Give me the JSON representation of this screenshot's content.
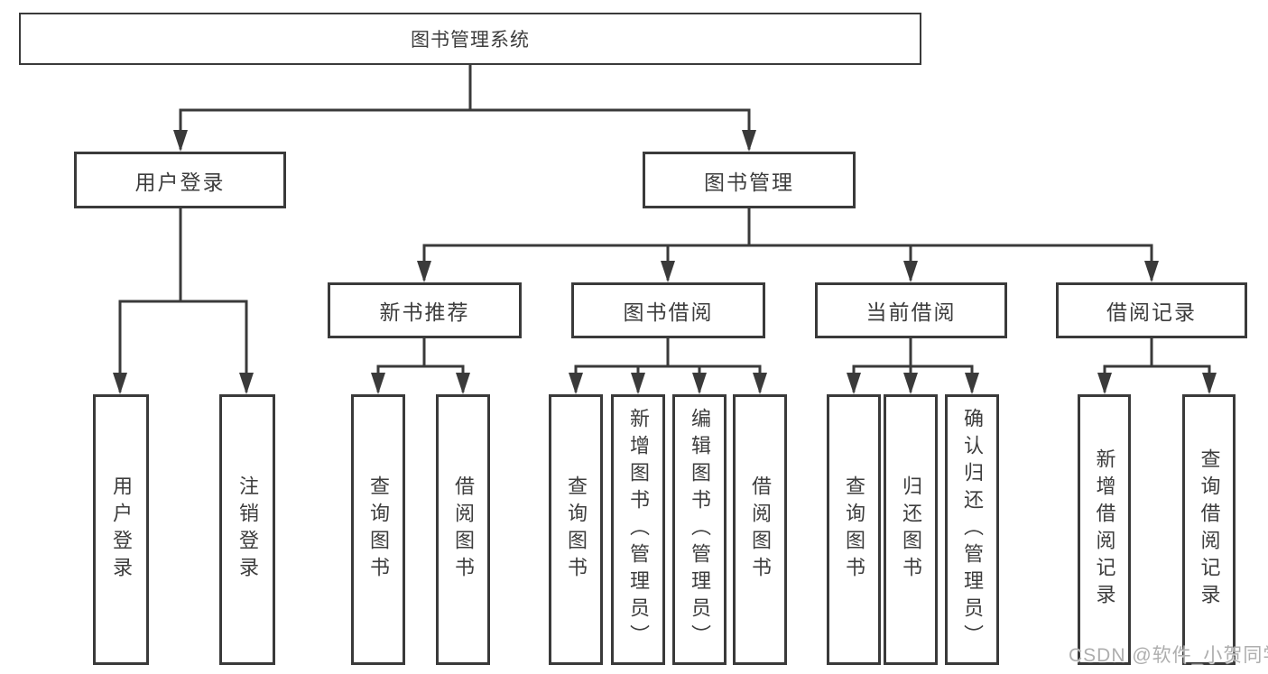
{
  "diagram": {
    "root": {
      "label": "图书管理系统"
    },
    "level2": [
      {
        "label": "用户登录"
      },
      {
        "label": "图书管理"
      }
    ],
    "level3": [
      {
        "label": "新书推荐"
      },
      {
        "label": "图书借阅"
      },
      {
        "label": "当前借阅"
      },
      {
        "label": "借阅记录"
      }
    ],
    "leaves": {
      "user_login": [
        "用户登录",
        "注销登录"
      ],
      "new_book": [
        "查询图书",
        "借阅图书"
      ],
      "book_borrow": [
        "查询图书",
        "新增图书（管理员）",
        "编辑图书（管理员）",
        "借阅图书"
      ],
      "current_borrow": [
        "查询图书",
        "归还图书",
        "确认归还（管理员）"
      ],
      "borrow_record": [
        "新增借阅记录",
        "查询借阅记录"
      ]
    }
  },
  "watermark": "CSDN @软件_小贺同学",
  "colors": {
    "line": "#3a3a3a",
    "text": "#3d3d3d",
    "watermark": "#aeaeae",
    "background": "#ffffff"
  }
}
